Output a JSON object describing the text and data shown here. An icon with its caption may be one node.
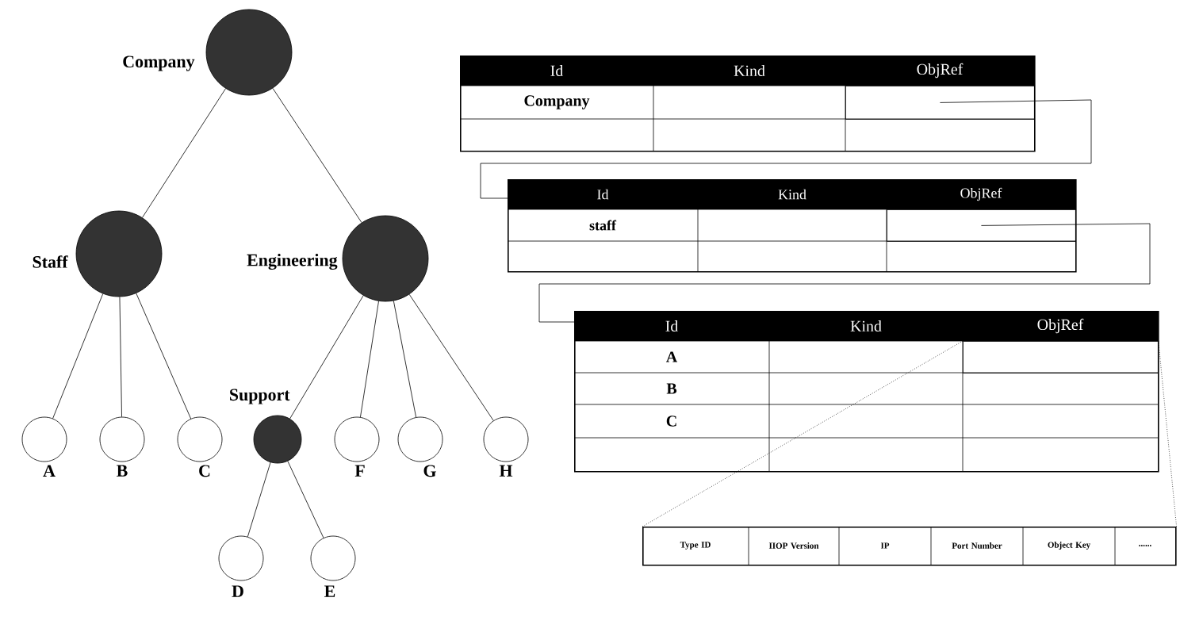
{
  "diagram": {
    "nodes": [
      {
        "text": [
          "Company"
        ]
      },
      {
        "text": [
          "Staff"
        ]
      },
      {
        "text": [
          "Engineering"
        ]
      },
      {
        "text": [
          "A"
        ]
      },
      {
        "text": [
          "B"
        ]
      },
      {
        "text": [
          "C"
        ]
      },
      {
        "text": [
          "Support"
        ]
      },
      {
        "text": [
          "F"
        ]
      },
      {
        "text": [
          "G"
        ]
      },
      {
        "text": [
          "H"
        ]
      },
      {
        "text": [
          "D"
        ]
      },
      {
        "text": [
          "E"
        ]
      },
      {
        "text": [
          "Id",
          "Kind",
          "ObjRef",
          "Company"
        ]
      },
      {
        "text": [],
        "shape": "box",
        "in": 12
      },
      {
        "text": [
          "Id",
          "Kind",
          "ObjRef",
          "staff"
        ]
      },
      {
        "text": [],
        "shape": "box",
        "in": 14
      },
      {
        "text": [
          "Id",
          "Kind",
          "ObjRef",
          "A",
          "B",
          "C"
        ]
      },
      {
        "text": [],
        "shape": "box",
        "in": 16
      },
      {
        "text": [
          "Type ID",
          "IIOP Version",
          "IP",
          "Port Number",
          "Object Key",
          "......"
        ]
      }
    ],
    "edges": [
      {
        "from": 0,
        "to": 1,
        "arrow": "none"
      },
      {
        "from": 0,
        "to": 2,
        "arrow": "none"
      },
      {
        "from": 1,
        "to": 3,
        "arrow": "none"
      },
      {
        "from": 1,
        "to": 4,
        "arrow": "none"
      },
      {
        "from": 1,
        "to": 5,
        "arrow": "none"
      },
      {
        "from": 2,
        "to": 6,
        "arrow": "none"
      },
      {
        "from": 2,
        "to": 7,
        "arrow": "none"
      },
      {
        "from": 2,
        "to": 8,
        "arrow": "none"
      },
      {
        "from": 2,
        "to": 9,
        "arrow": "none"
      },
      {
        "from": 6,
        "to": 10,
        "arrow": "none"
      },
      {
        "from": 6,
        "to": 11,
        "arrow": "none"
      },
      {
        "from": 13,
        "to": 14,
        "arrow": "none"
      },
      {
        "from": 15,
        "to": 16,
        "arrow": "none"
      },
      {
        "from": 17,
        "to": 18,
        "arrow": "none",
        "style": "dashed"
      },
      {
        "from": 17,
        "to": 18,
        "arrow": "none",
        "style": "dashed"
      }
    ]
  }
}
